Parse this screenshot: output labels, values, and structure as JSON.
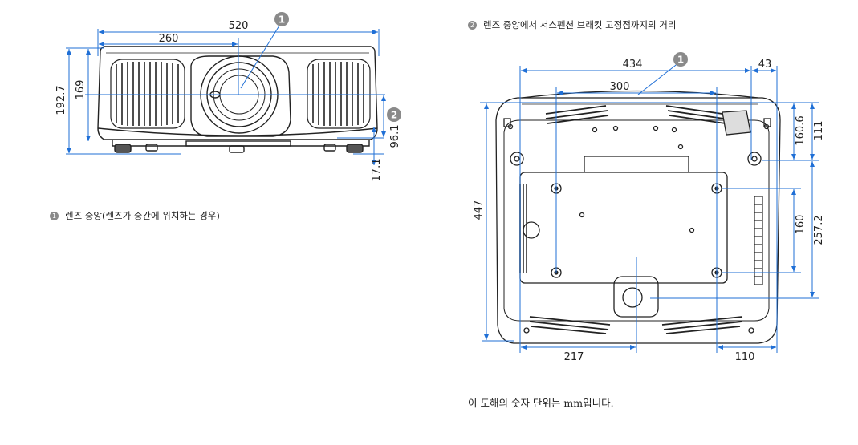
{
  "front_view": {
    "dims": {
      "total_width": "520",
      "half_width": "260",
      "total_height": "192.7",
      "lens_center_height": "169",
      "lens_to_mount": "96.1",
      "foot_height": "17.1"
    },
    "callouts": {
      "c1": "1",
      "c2": "2"
    }
  },
  "bottom_view": {
    "dims": {
      "w434": "434",
      "w43": "43",
      "w300": "300",
      "h447": "447",
      "h160_6": "160.6",
      "h111": "111",
      "h160": "160",
      "h257_2": "257.2",
      "w217": "217",
      "w110": "110"
    },
    "callouts": {
      "c1": "1"
    }
  },
  "captions": {
    "c1_num": "1",
    "c1_text": "렌즈 중앙(렌즈가 중간에 위치하는 경우)",
    "c2_num": "2",
    "c2_text": "렌즈 중앙에서 서스펜션 브래킷 고정점까지의 거리",
    "units_note": "이 도해의 숫자 단위는 mm입니다."
  },
  "colors": {
    "dimension_line": "#1f6fd6",
    "line_art": "#222222",
    "callout_fill": "#8a8a8a"
  }
}
